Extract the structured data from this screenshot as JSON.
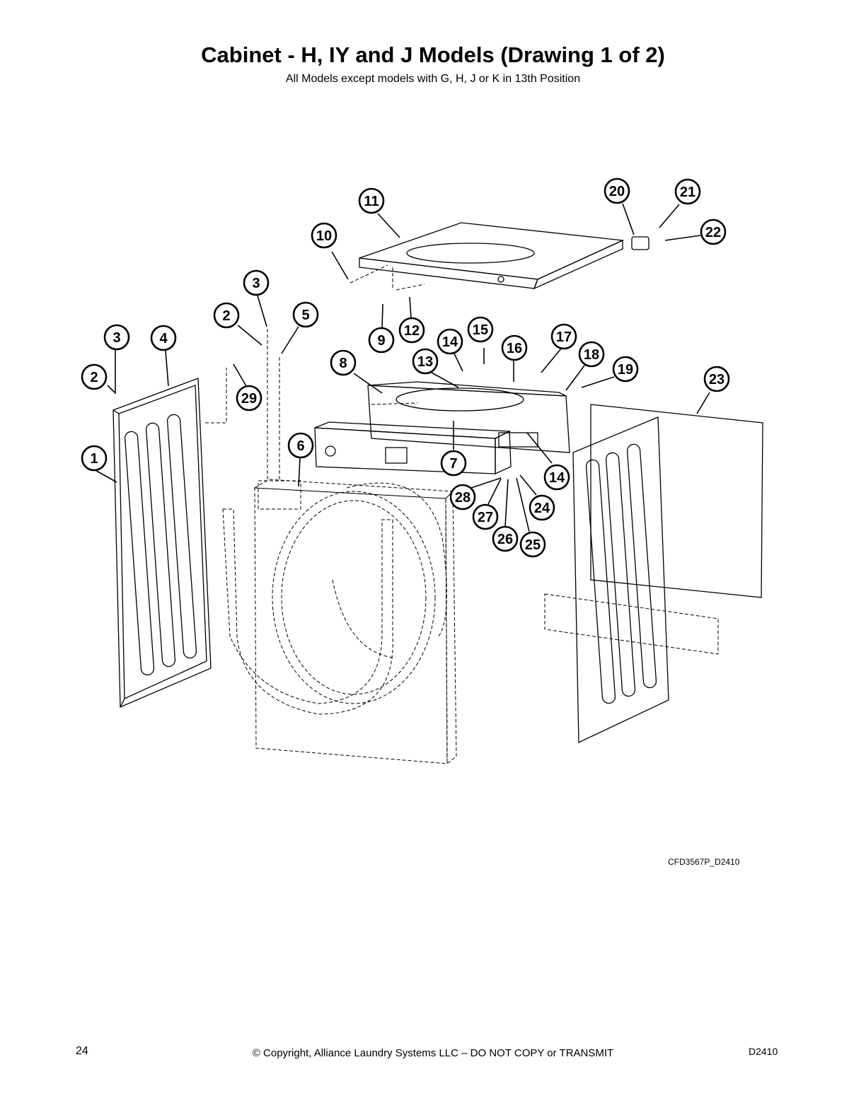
{
  "title": "Cabinet - H, IY and J Models (Drawing 1 of 2)",
  "subtitle": "All Models except models with G, H, J or K in 13th Position",
  "drawing_id": "CFD3567P_D2410",
  "footer": {
    "page_number": "24",
    "copyright": "© Copyright, Alliance Laundry Systems LLC – DO NOT COPY or TRANSMIT",
    "doc_code": "D2410"
  },
  "callouts": [
    "1",
    "2",
    "3",
    "4",
    "2",
    "3",
    "5",
    "6",
    "29",
    "7",
    "8",
    "9",
    "10",
    "11",
    "12",
    "13",
    "14",
    "15",
    "16",
    "17",
    "18",
    "19",
    "20",
    "21",
    "22",
    "23",
    "14",
    "24",
    "25",
    "26",
    "27",
    "28"
  ]
}
